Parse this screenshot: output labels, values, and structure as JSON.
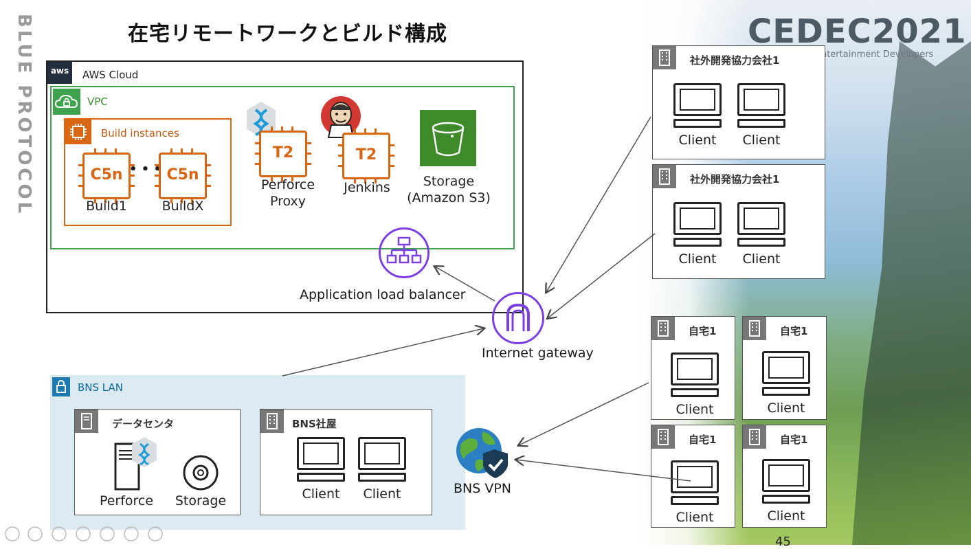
{
  "title": "在宅リモートワークとビルド構成",
  "branding": {
    "vertical_brand": "BLUE PROTOCOL",
    "event_logo": "CEDEC2021",
    "event_subtitle": "Computer Entertainment Developers Conference"
  },
  "page_number": "45",
  "aws": {
    "logo": "aws",
    "cloud_label": "AWS Cloud",
    "vpc_label": "VPC",
    "build_group_label": "Build instances",
    "build_nodes": [
      {
        "chip": "C5n",
        "label": "Build1"
      },
      {
        "chip": "C5n",
        "label": "BuildX"
      }
    ],
    "ellipsis": "• • •",
    "proxy": {
      "chip": "T2",
      "label_line1": "Perforce",
      "label_line2": "Proxy"
    },
    "jenkins": {
      "chip": "T2",
      "label": "Jenkins"
    },
    "storage": {
      "label_line1": "Storage",
      "label_line2": "(Amazon S3)"
    },
    "load_balancer_label": "Application load balancer"
  },
  "internet_gateway_label": "Internet gateway",
  "bns_lan": {
    "label": "BNS LAN",
    "datacenter": {
      "label": "データセンタ",
      "perforce": "Perforce",
      "storage": "Storage"
    },
    "office": {
      "label": "BNS社屋",
      "clients": [
        "Client",
        "Client"
      ]
    }
  },
  "vpn_label": "BNS VPN",
  "partners": [
    {
      "label": "社外開発協力会社1",
      "clients": [
        "Client",
        "Client"
      ]
    },
    {
      "label": "社外開発協力会社1",
      "clients": [
        "Client",
        "Client"
      ]
    }
  ],
  "homes": [
    {
      "label": "自宅1",
      "client": "Client"
    },
    {
      "label": "自宅1",
      "client": "Client"
    },
    {
      "label": "自宅1",
      "client": "Client"
    },
    {
      "label": "自宅1",
      "client": "Client"
    }
  ],
  "colors": {
    "aws_orange": "#d86613",
    "vpc_green": "#3fa34d",
    "aws_purple": "#7b3fe4",
    "lan_blue": "#1b7bb0",
    "lan_fill": "#dceaf2"
  },
  "icons": {
    "building": "building-icon",
    "computer": "computer-icon",
    "chip": "ec2-instance-icon",
    "bucket": "s3-bucket-icon",
    "perforce": "perforce-icon",
    "jenkins": "jenkins-icon",
    "shield": "vpn-shield-icon",
    "globe": "globe-icon"
  }
}
